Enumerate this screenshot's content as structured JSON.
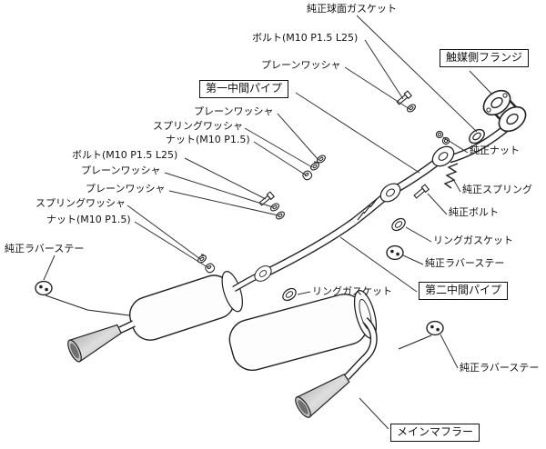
{
  "diagram": {
    "colors": {
      "line": "#222222",
      "background": "#ffffff",
      "tip_fill": "#c6c6c6"
    }
  },
  "labels": {
    "gasket_spherical": "純正球面ガスケット",
    "bolt_top": "ボルト(M10 P1.5 L25)",
    "washer_plain_1": "プレーンワッシャ",
    "flange_catalyst": "触媒側フランジ",
    "pipe_first": "第一中間パイプ",
    "washer_plain_2": "プレーンワッシャ",
    "washer_spring_1": "スプリングワッシャ",
    "nut_1": "ナット(M10 P1.5)",
    "bolt_left": "ボルト(M10 P1.5 L25)",
    "washer_plain_3": "プレーンワッシャ",
    "washer_plain_4": "プレーンワッシャ",
    "washer_spring_2": "スプリングワッシャ",
    "nut_2": "ナット(M10 P1.5)",
    "rubber_stay_left": "純正ラバーステー",
    "nut_oem": "純正ナット",
    "spring_oem": "純正スプリング",
    "bolt_oem": "純正ボルト",
    "ring_gasket_right": "リングガスケット",
    "rubber_stay_right": "純正ラバーステー",
    "pipe_second": "第二中間パイプ",
    "ring_gasket_mid": "リングガスケット",
    "rubber_stay_bottom": "純正ラバーステー",
    "main_muffler": "メインマフラー"
  }
}
